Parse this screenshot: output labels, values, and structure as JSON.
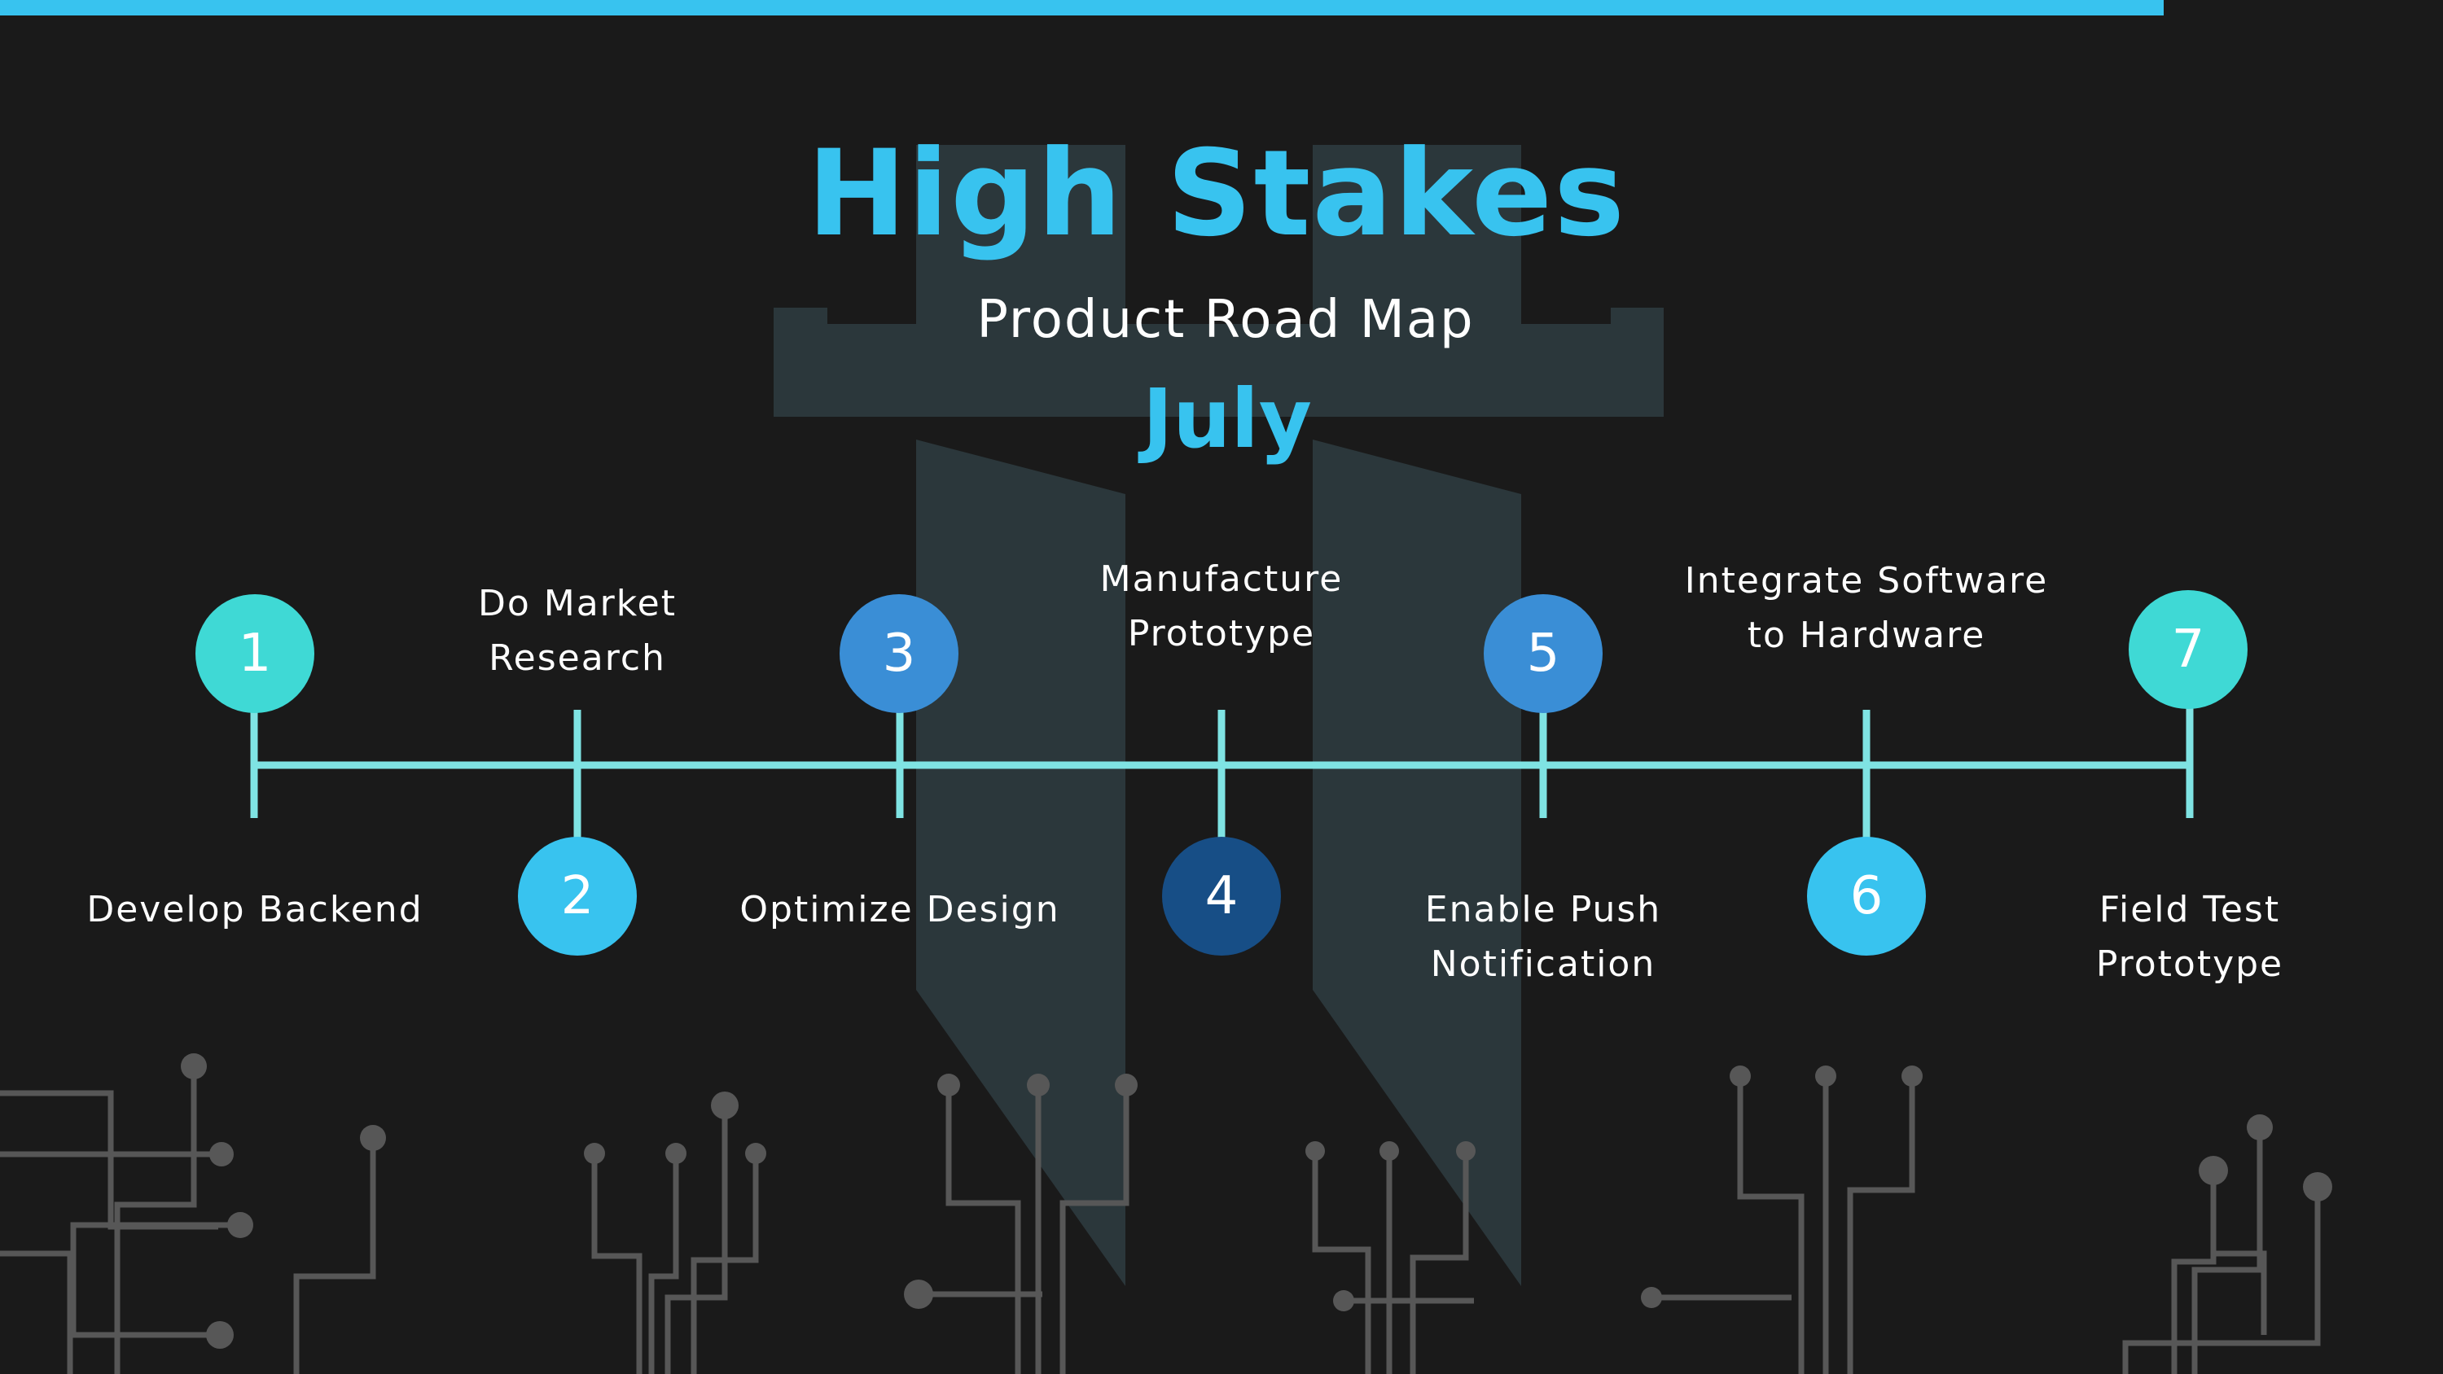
{
  "header": {
    "title": "High Stakes",
    "subtitle": "Product Road Map",
    "month": "July"
  },
  "colors": {
    "background": "#1a1a1a",
    "accent": "#38c3ef",
    "timeline_line": "#7fe3e3",
    "watermark": "#2b373b",
    "circuit": "#5a5a5a"
  },
  "milestones": [
    {
      "number": "1",
      "label_line1": "Develop Backend",
      "label_line2": "",
      "color": "#3fd9d5"
    },
    {
      "number": "2",
      "label_line1": "Do Market",
      "label_line2": "Research",
      "color": "#38c3ef"
    },
    {
      "number": "3",
      "label_line1": "Optimize Design",
      "label_line2": "",
      "color": "#3a8ed6"
    },
    {
      "number": "4",
      "label_line1": "Manufacture",
      "label_line2": "Prototype",
      "color": "#174e86"
    },
    {
      "number": "5",
      "label_line1": "Enable Push",
      "label_line2": "Notification",
      "color": "#3a8ed6"
    },
    {
      "number": "6",
      "label_line1": "Integrate Software",
      "label_line2": "to Hardware",
      "color": "#38c3ef"
    },
    {
      "number": "7",
      "label_line1": "Field Test",
      "label_line2": "Prototype",
      "color": "#3fd9d5"
    }
  ]
}
